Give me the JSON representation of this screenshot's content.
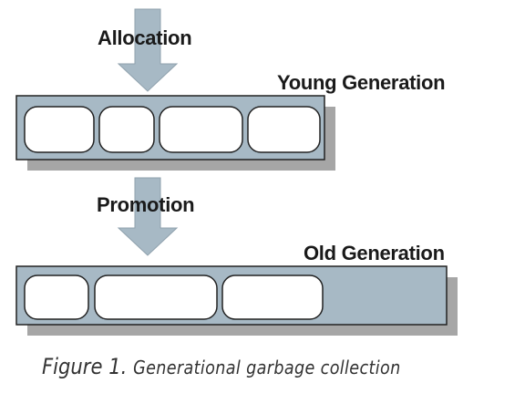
{
  "labels": {
    "allocation": "Allocation",
    "young_generation": "Young Generation",
    "promotion": "Promotion",
    "old_generation": "Old Generation"
  },
  "caption": {
    "figure_label": "Figure 1.",
    "text": "Generational garbage collection"
  },
  "colors": {
    "arrow": "#a7b9c5",
    "box_fill": "#a7b9c5",
    "box_stroke": "#222222",
    "shadow": "#a6a6a6",
    "cell_fill": "#ffffff"
  },
  "young_generation": {
    "object_count": 4
  },
  "old_generation": {
    "object_count": 3
  }
}
